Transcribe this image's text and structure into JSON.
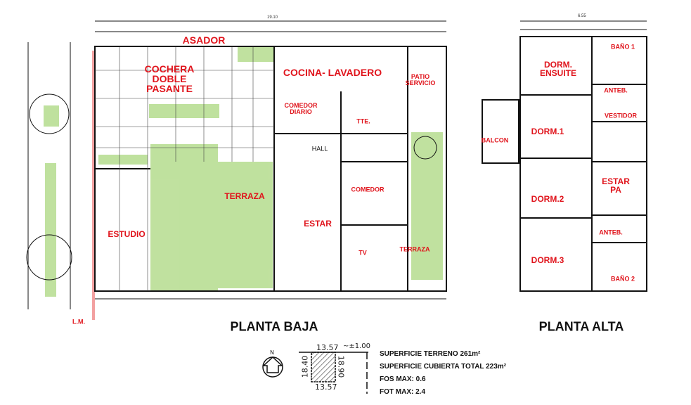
{
  "ground_floor": {
    "title": "PLANTA BAJA",
    "dimension_total": "19.10",
    "rooms": {
      "asador": "ASADOR",
      "cochera": "COCHERA\nDOBLE\nPASANTE",
      "cocina": "COCINA-  LAVADERO",
      "patio": "PATIO\nSERVICIO",
      "comedor_diario": "COMEDOR\nDIARIO",
      "tte": "TTE.",
      "hall": "HALL",
      "terraza": "TERRAZA",
      "comedor": "COMEDOR",
      "estar": "ESTAR",
      "estudio": "ESTUDIO",
      "tv": "TV",
      "terraza2": "TERRAZA",
      "lm": "L.M."
    }
  },
  "upper_floor": {
    "title": "PLANTA ALTA",
    "dimension_total": "6.55",
    "rooms": {
      "dorm_ensuite": "DORM.\nENSUITE",
      "bano1": "BAÑO 1",
      "anteb1": "ANTEB.",
      "vestidor": "VESTIDOR",
      "balcon": "BALCON",
      "dorm1": "DORM.1",
      "estar_pa": "ESTAR\nPA",
      "dorm2": "DORM.2",
      "anteb2": "ANTEB.",
      "dorm3": "DORM.3",
      "bano2": "BAÑO 2"
    }
  },
  "site_sketch": {
    "north": "N",
    "top": "13.57",
    "top_extra": "~±1.00",
    "left": "18.40",
    "right": "18.90",
    "bottom": "13.57"
  },
  "summary": {
    "terreno": "SUPERFICIE TERRENO 261m²",
    "cubierta": "SUPERFICIE CUBIERTA TOTAL 223m²",
    "fos": "FOS MAX: 0.6",
    "fot": "FOT MAX: 2.4"
  },
  "colors": {
    "label": "#e0141c",
    "green": "#b5dc8e",
    "lm": "#f2a0a0"
  }
}
